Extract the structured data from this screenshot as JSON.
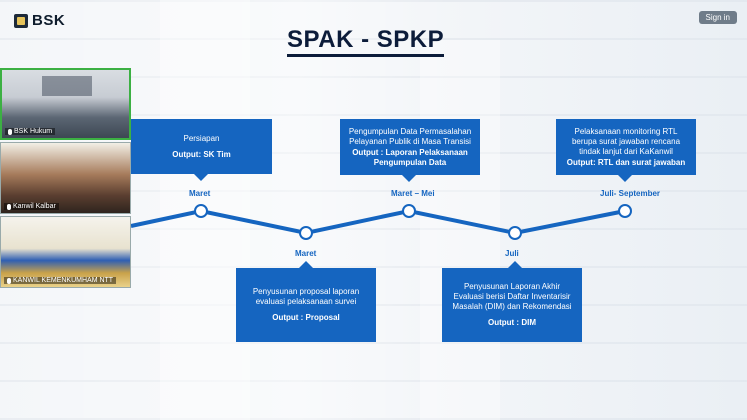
{
  "header": {
    "logo_text": "BSK",
    "signin_label": "Sign in"
  },
  "slide": {
    "title": "SPAK - SPKP",
    "top_boxes": [
      {
        "text": "Persiapan",
        "output": "Output: SK Tim"
      },
      {
        "text": "Pengumpulan Data Permasalahan Pelayanan Publik di Masa Transisi",
        "output": "Output : Laporan Pelaksanaan Pengumpulan Data"
      },
      {
        "text": "Pelaksanaan monitoring RTL berupa surat jawaban rencana tindak lanjut dari KaKanwil",
        "output": "Output: RTL dan surat jawaban"
      }
    ],
    "bottom_boxes": [
      {
        "text": "Penyusunan proposal laporan evaluasi pelaksanaan survei",
        "output": "Output : Proposal"
      },
      {
        "text": "Penyusunan Laporan Akhir Evaluasi berisi Daftar Inventarisir Masalah (DIM) dan Rekomendasi",
        "output": "Output : DIM"
      }
    ],
    "milestones": [
      "Maret",
      "Maret",
      "Maret – Mei",
      "Juli",
      "Juli- September"
    ]
  },
  "participants": [
    {
      "label": "BSK Hukum"
    },
    {
      "label": "Kanwil Kalbar"
    },
    {
      "label": "KANWIL KEMENKUMHAM NTT"
    }
  ]
}
